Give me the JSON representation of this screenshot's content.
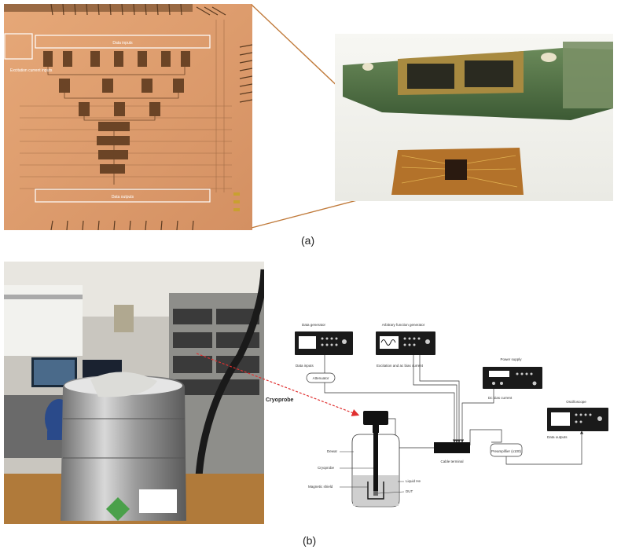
{
  "figure": {
    "panel_a_label": "(a)",
    "panel_b_label": "(b)"
  },
  "chip": {
    "data_inputs_label": "Data inputs",
    "data_outputs_label": "Data outputs",
    "excitation_label": "Excitation current inputs"
  },
  "schematic": {
    "data_generator": "Data generator",
    "arbitrary_function_generator": "Arbitrary function generator",
    "power_supply": "Power supply",
    "oscilloscope": "Oscilloscope",
    "data_inputs": "Data inputs",
    "attenuator": "Attenuator",
    "excitation_current": "Excitation and ac bias current",
    "dc_bias_current": "Dc bias current",
    "data_outputs": "Data outputs",
    "cryoprobe_callout": "Cryoprobe",
    "cable_terminal": "Cable terminal",
    "preamplifier": "Preamplifier (x100)",
    "dewar": "Dewar",
    "cryoprobe": "Cryoprobe",
    "magnetic_shield": "Magnetic shield",
    "liquid_he": "Liquid He",
    "dut": "DUT"
  },
  "colors": {
    "chip_orange": "#e0a070",
    "callout_line": "#c07a3a",
    "arrow_red": "#e03030"
  }
}
